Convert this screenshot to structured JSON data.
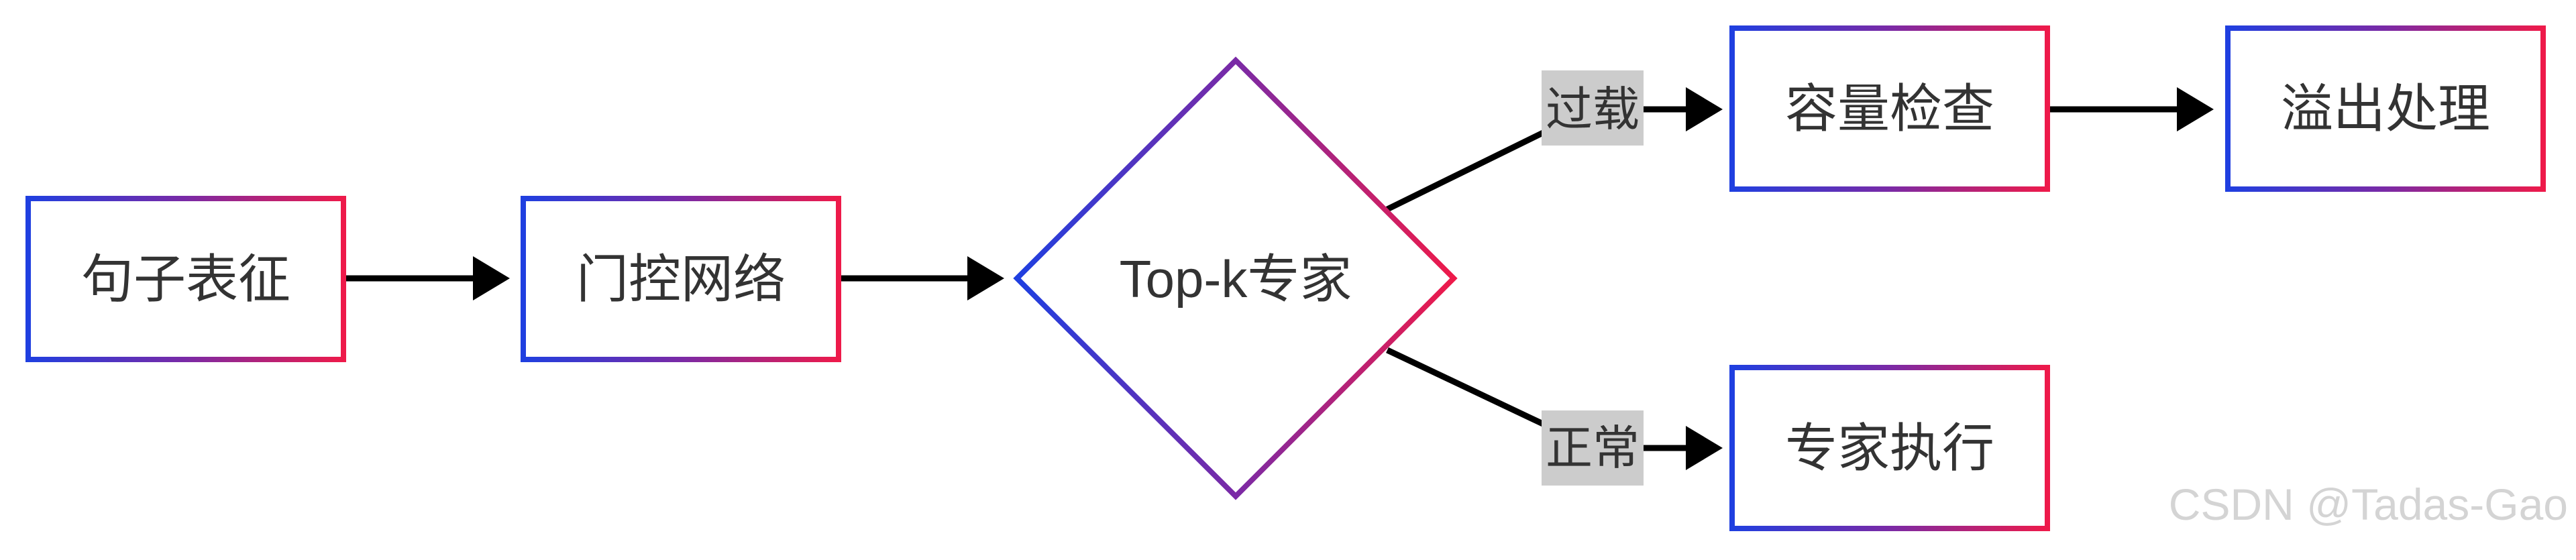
{
  "colors": {
    "gradient_start": "#1f3fe0",
    "gradient_mid": "#7a2aa6",
    "gradient_end": "#ee1a4a",
    "edge": "#000000",
    "label_background": "#cccccc",
    "text": "#333333"
  },
  "nodes": {
    "sentence_repr": "句子表征",
    "gating_network": "门控网络",
    "topk_experts": "Top-k专家",
    "capacity_check": "容量检查",
    "overflow_handling": "溢出处理",
    "expert_execution": "专家执行"
  },
  "edge_labels": {
    "overload": "过载",
    "normal": "正常"
  },
  "watermark": "CSDN @Tadas-Gao"
}
